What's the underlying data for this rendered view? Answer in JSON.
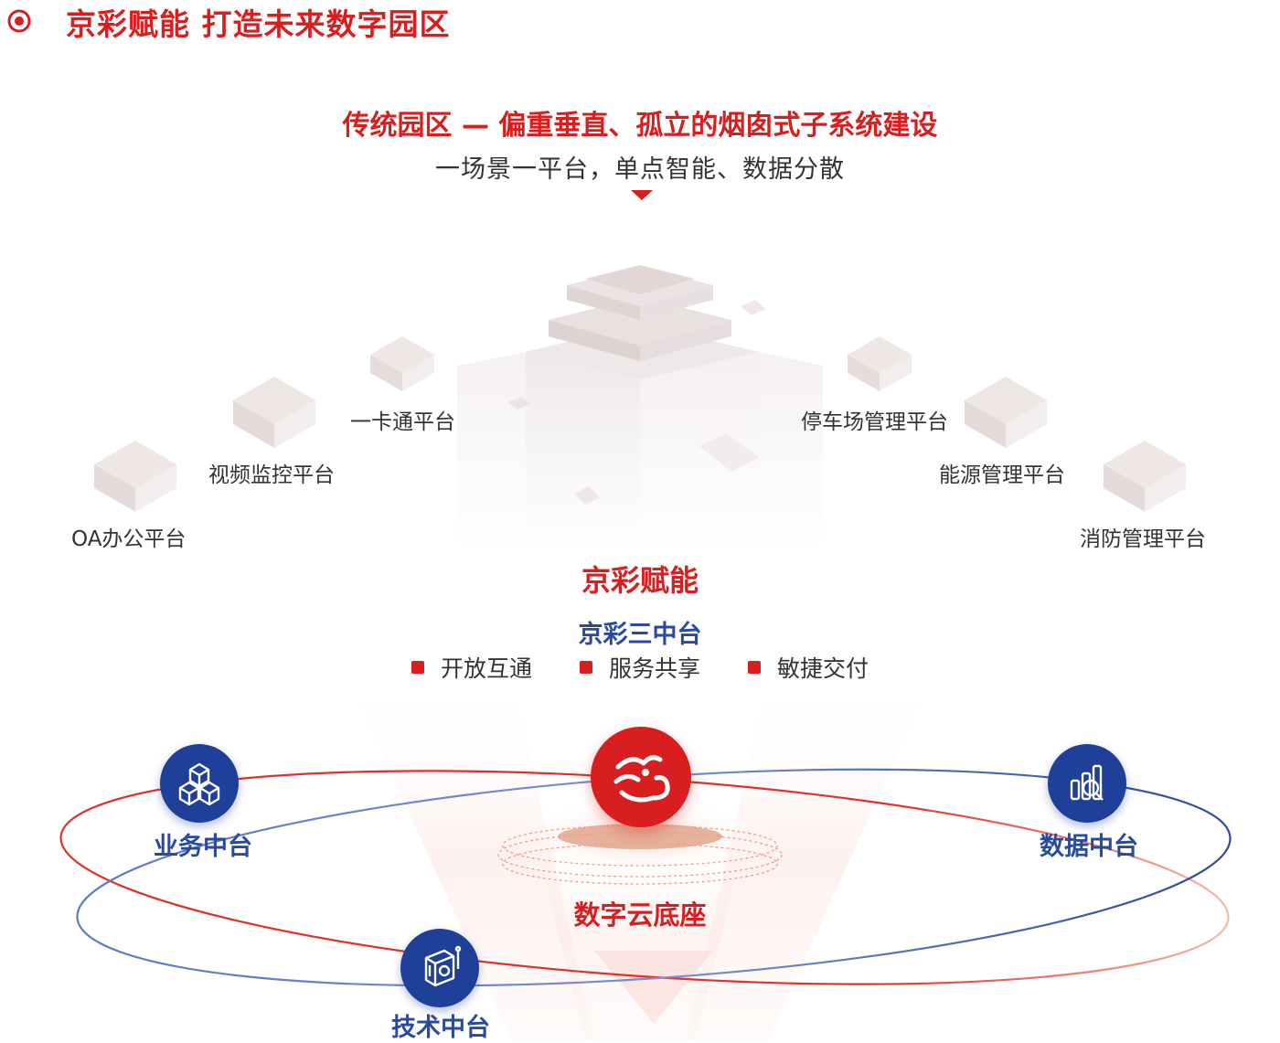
{
  "header": {
    "title": "京彩赋能  打造未来数字园区",
    "icon": "target-icon",
    "accent_color": "#d81e1e"
  },
  "traditional": {
    "title": "传统园区 — 偏重垂直、孤立的烟囱式子系统建设",
    "subtitle": "一场景一平台，单点智能、数据分散"
  },
  "platforms_left": [
    "一卡通平台",
    "视频监控平台",
    "OA办公平台"
  ],
  "platforms_right": [
    "停车场管理平台",
    "能源管理平台",
    "消防管理平台"
  ],
  "enablement": {
    "title": "京彩赋能",
    "three_platforms": "京彩三中台",
    "features": [
      "开放互通",
      "服务共享",
      "敏捷交付"
    ]
  },
  "nodes": {
    "business": {
      "label": "业务中台",
      "icon": "cubes-icon"
    },
    "data": {
      "label": "数据中台",
      "icon": "data-chart-icon"
    },
    "tech": {
      "label": "技术中台",
      "icon": "tech-box-icon"
    },
    "center": {
      "label": "数字云底座",
      "icon": "bird-cloud-logo-icon"
    }
  },
  "colors": {
    "red": "#d81e1e",
    "blue": "#2a4aa0",
    "dark_blue": "#1f3f99"
  }
}
